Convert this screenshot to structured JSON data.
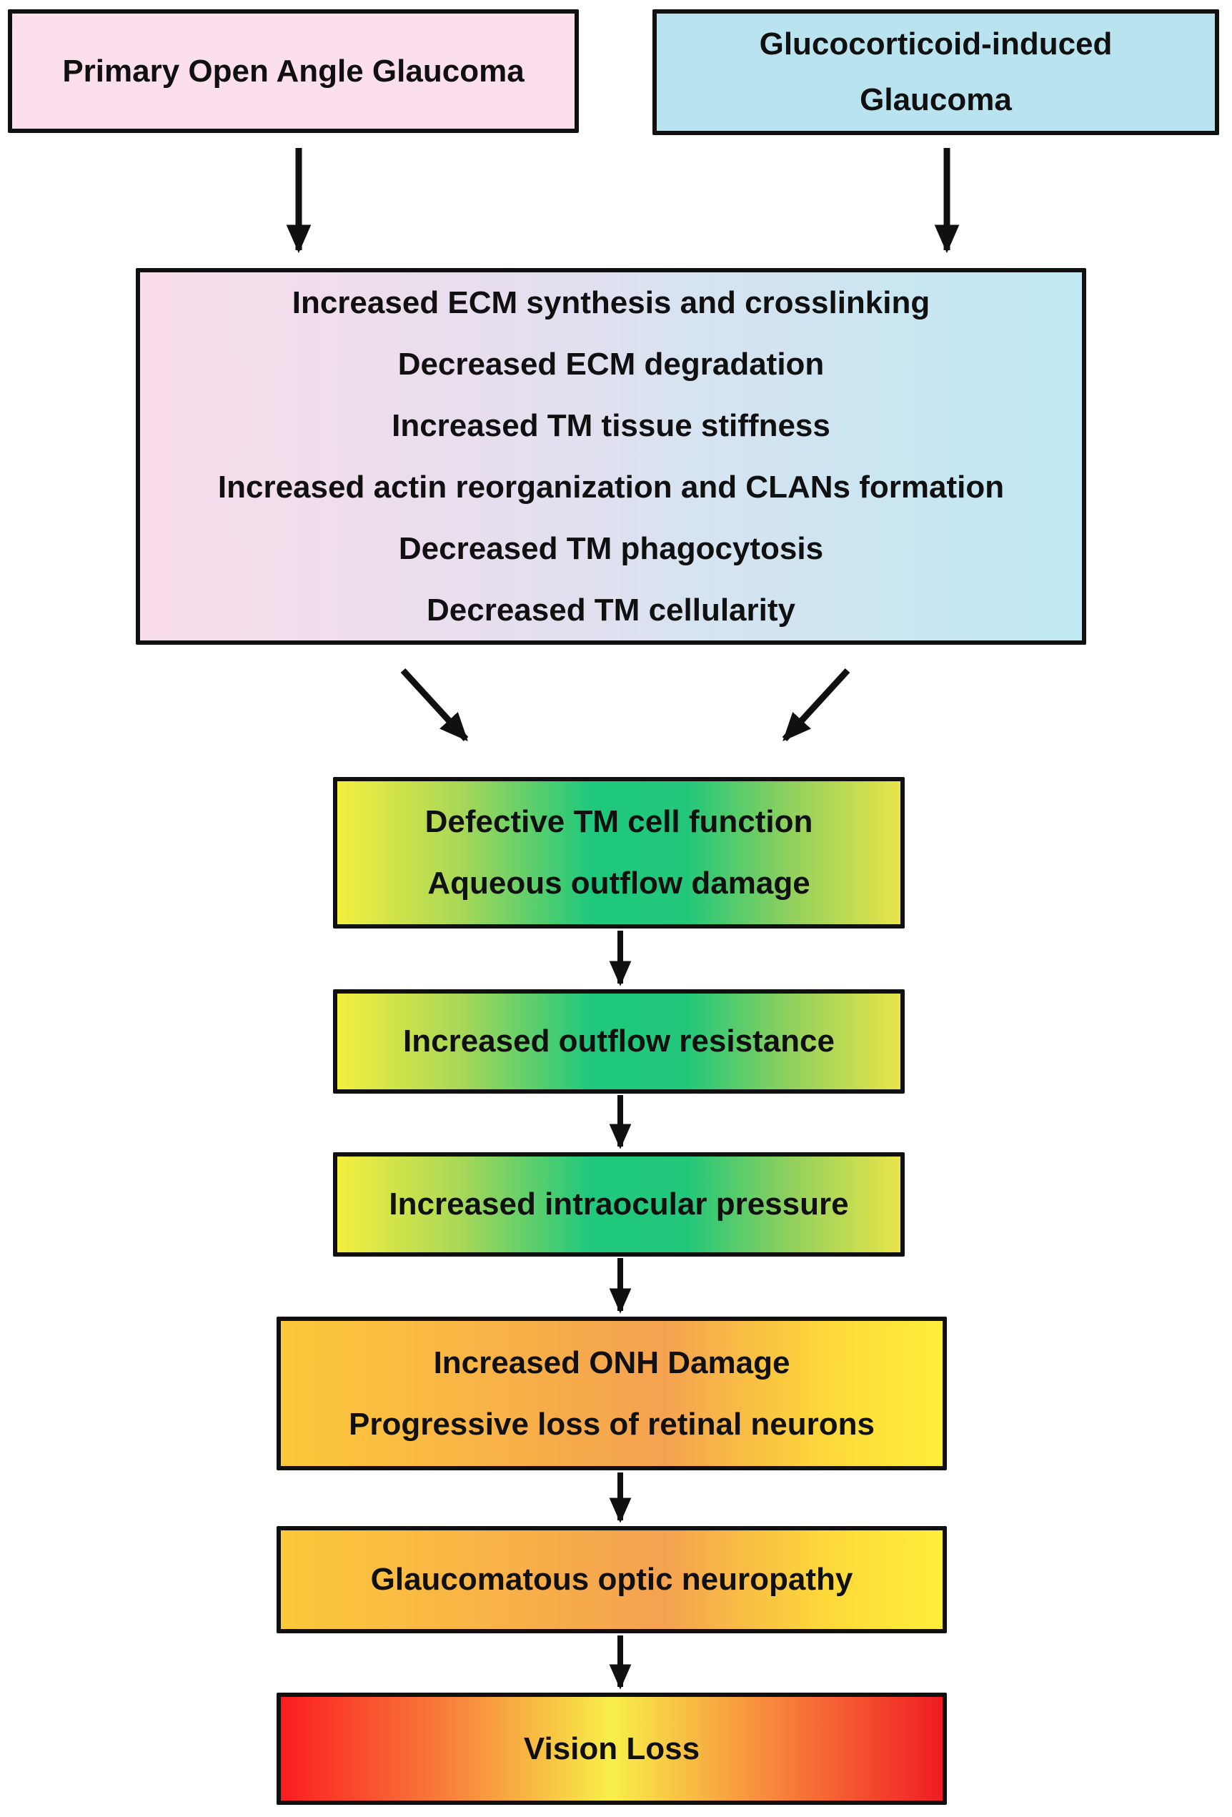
{
  "figure": {
    "type": "flowchart",
    "background": "#ffffff",
    "text_color": "#101010",
    "border_color": "#101010",
    "arrow_color": "#101010",
    "nodes": {
      "poag": {
        "label": "Primary Open Angle Glaucoma",
        "fill": "#fcdfec"
      },
      "gig": {
        "line1": "Glucocorticoid-induced",
        "line2": "Glaucoma",
        "fill": "#b9e4ef"
      },
      "mechanisms": {
        "lines": [
          "Increased ECM synthesis and crosslinking",
          "Decreased ECM degradation",
          "Increased TM tissue stiffness",
          "Increased actin reorganization and CLANs formation",
          "Decreased TM phagocytosis",
          "Decreased TM cellularity"
        ],
        "fill": "linear-gradient(90deg, #f9dcea 0%, #e3dfee 45%, #d7e3f0 58%, #bee8f2 100%)",
        "fill_stops": [
          "#f9dcea",
          "#e3dfee",
          "#d7e3f0",
          "#bee8f2"
        ]
      },
      "defective": {
        "line1": "Defective TM cell function",
        "line2": "Aqueous outflow damage",
        "fill": "linear-gradient(90deg, #f4ef3e 0%, #a8d758 22%, #1fc87d 45%, #22c77a 62%, #8ed05e 80%, #e9e44a 100%)",
        "fill_stops": [
          "#f4ef3e",
          "#1fc87d",
          "#e9e44a"
        ]
      },
      "outflow_resistance": {
        "label": "Increased outflow resistance",
        "fill": "linear-gradient(90deg, #f4ef3e 0%, #a8d758 22%, #1fc87d 45%, #22c77a 62%, #8ed05e 80%, #e9e44a 100%)",
        "fill_stops": [
          "#f4ef3e",
          "#1fc87d",
          "#e9e44a"
        ]
      },
      "iop": {
        "label": "Increased intraocular pressure",
        "fill": "linear-gradient(90deg, #f4ef3e 0%, #a8d758 22%, #1fc87d 45%, #22c77a 62%, #8ed05e 80%, #e9e44a 100%)",
        "fill_stops": [
          "#f4ef3e",
          "#1fc87d",
          "#e9e44a"
        ]
      },
      "onh": {
        "line1": "Increased ONH Damage",
        "line2": "Progressive loss of retinal neurons",
        "fill": "linear-gradient(90deg, #fcc83a 0%, #f8b148 35%, #f4a250 58%, #fdd83a 82%, #ffee3b 100%)",
        "fill_stops": [
          "#fcc83a",
          "#f4a250",
          "#ffee3b"
        ]
      },
      "neuropathy": {
        "label": "Glaucomatous optic neuropathy",
        "fill": "linear-gradient(90deg, #fcc83a 0%, #f8b148 35%, #f4a250 58%, #fdd83a 82%, #ffee3b 100%)",
        "fill_stops": [
          "#fcc83a",
          "#f4a250",
          "#ffee3b"
        ]
      },
      "vision_loss": {
        "label": "Vision Loss",
        "fill": "linear-gradient(90deg, #fa1d1f 0%, #f8833c 26%, #f8ef4a 50%, #f8883c 74%, #ef1c22 100%)",
        "fill_stops": [
          "#fa1d1f",
          "#f8ef4a",
          "#ef1c22"
        ]
      }
    },
    "icons": [
      "down-arrow-icon",
      "diagonal-arrow-icon"
    ]
  }
}
